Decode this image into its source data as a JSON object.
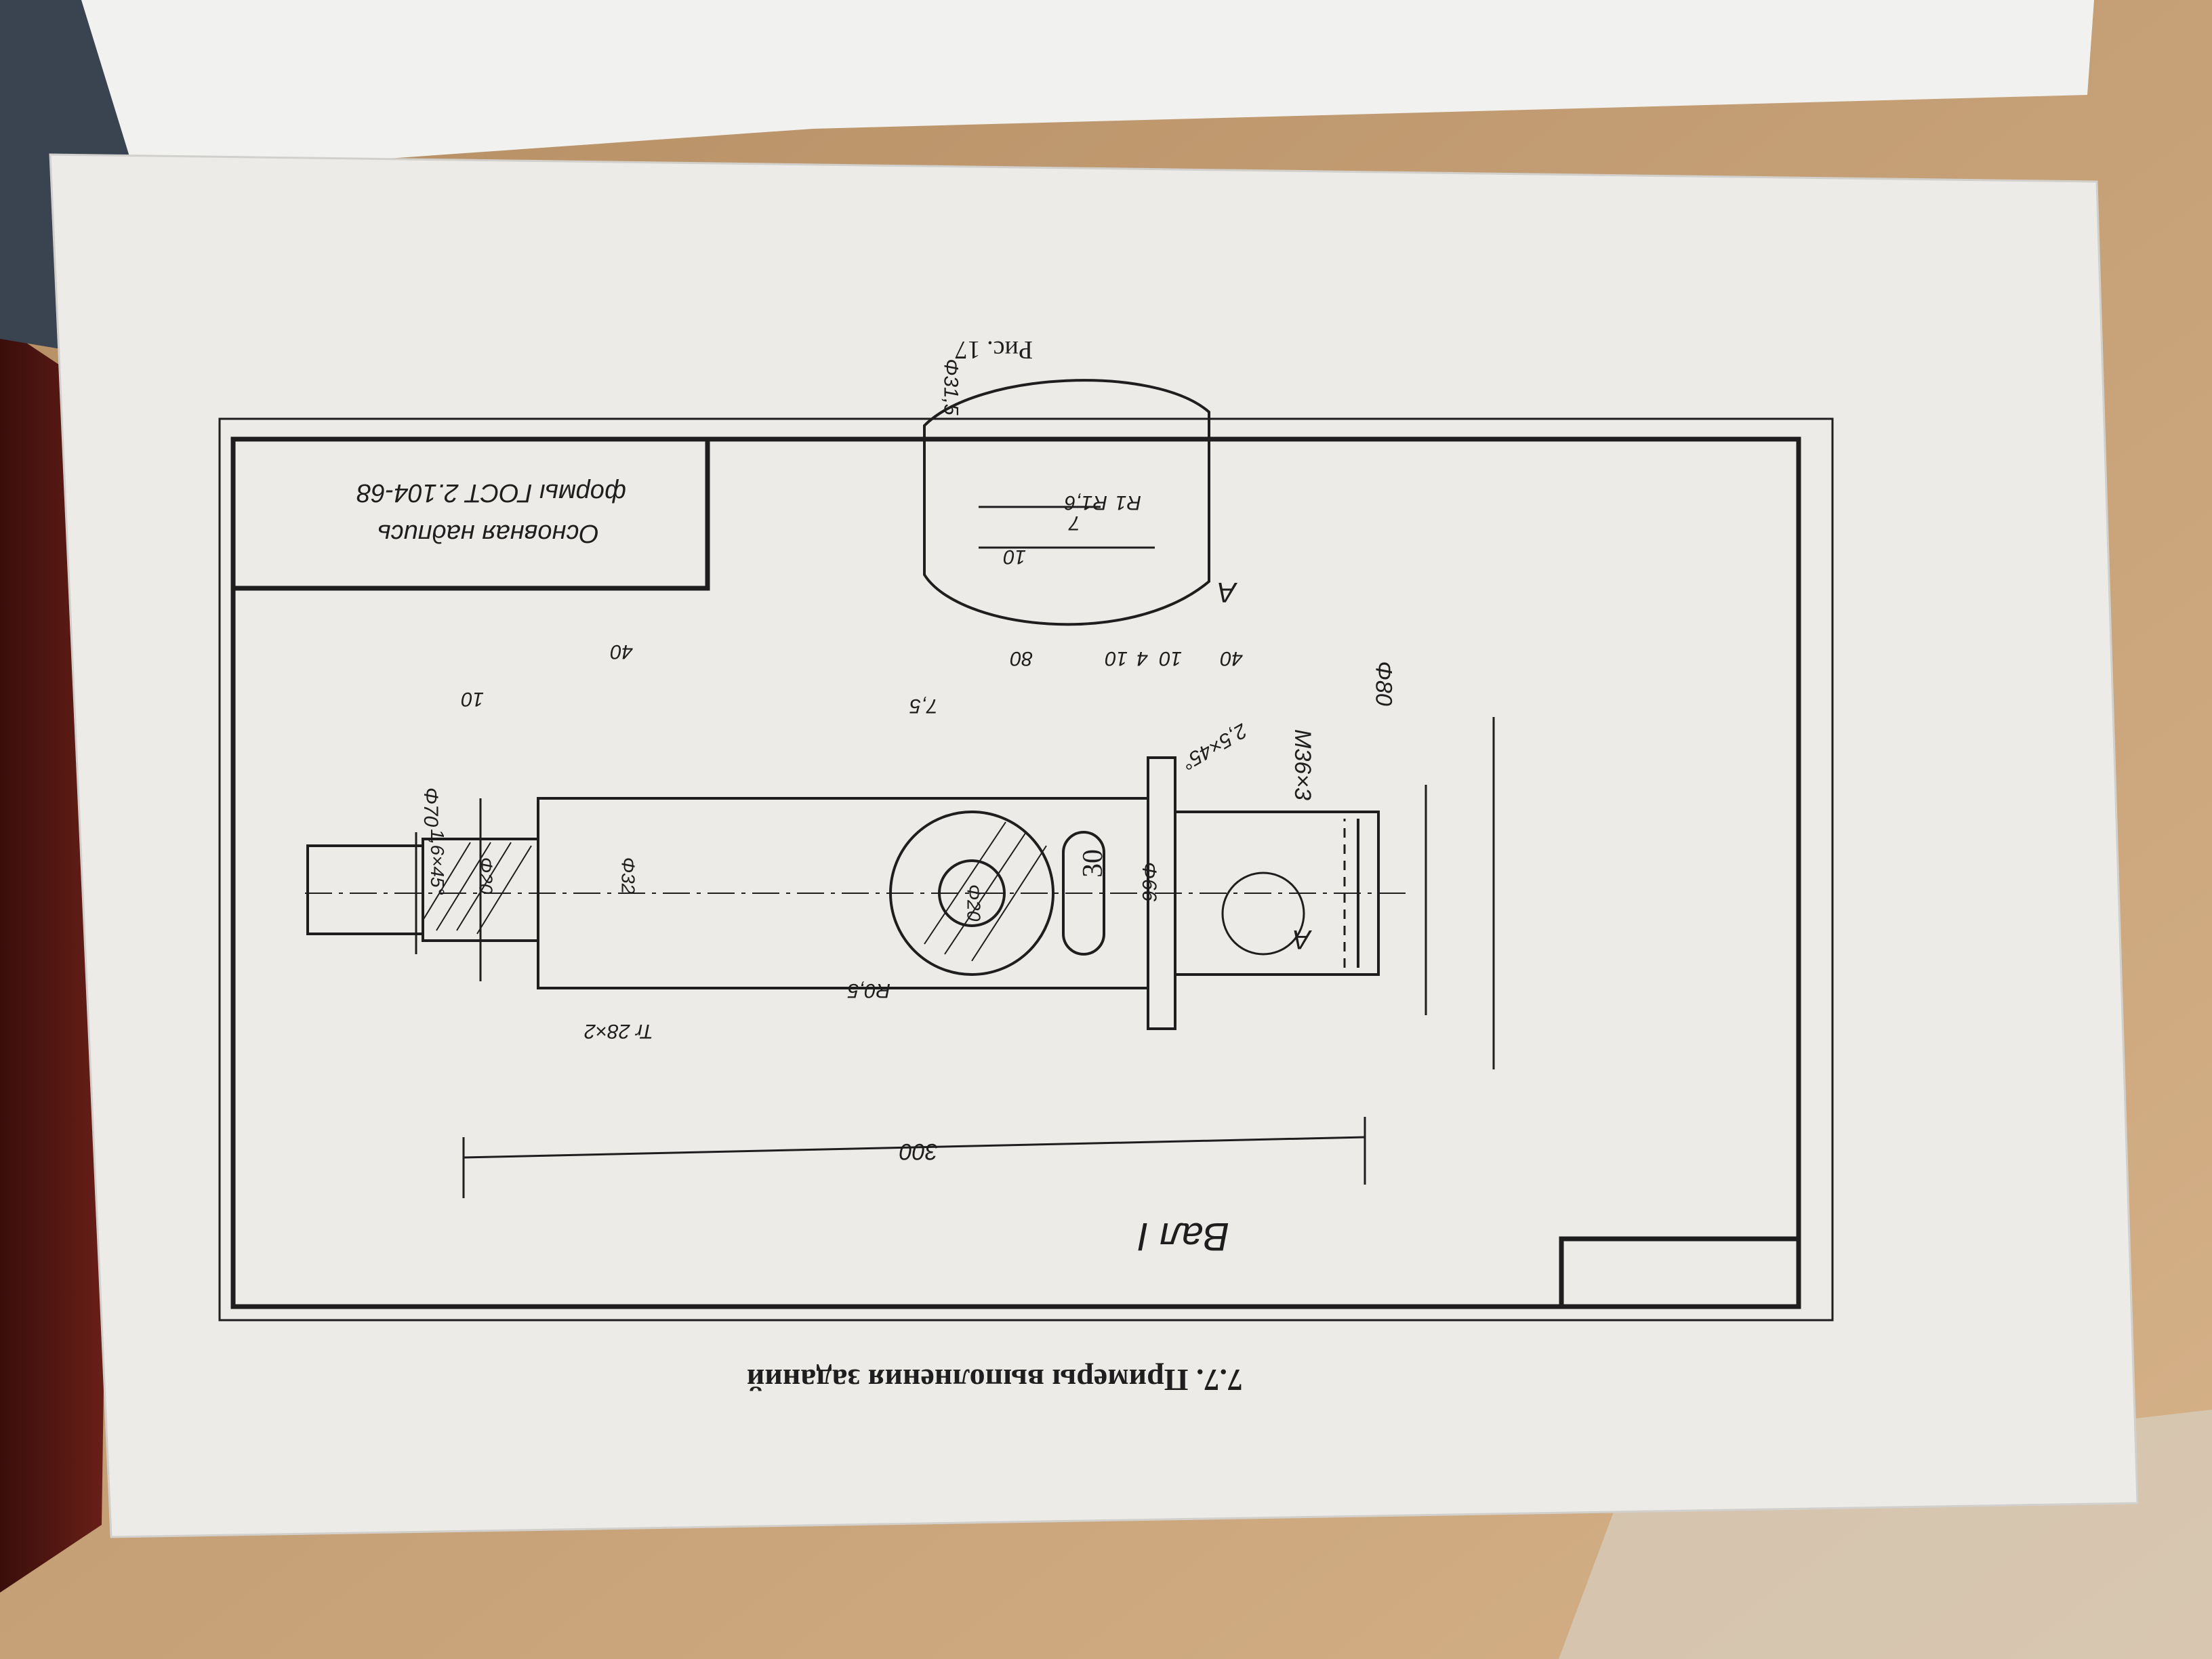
{
  "page": {
    "heading": "7.7. Примеры выполнения заданий",
    "page_number": "30",
    "figure_caption": "Рис. 17"
  },
  "drawing": {
    "part_name": "Вал I",
    "title_block_text_line1": "Основная надпись",
    "title_block_text_line2": "формы ГОСТ 2.104-68",
    "section_label": "А",
    "detail_callout": "А",
    "dimensions": {
      "overall_length": "300",
      "d80": "Φ80",
      "m36": "M36×3",
      "chamfer": "2,5×45°",
      "d66": "Φ66",
      "d20": "Φ20",
      "d70": "Φ70",
      "d32": "Φ32",
      "d20b": "Φ20",
      "chamfer2": "1,6×45°",
      "len40a": "40",
      "len10": "10",
      "len40b": "40",
      "len10b": "10",
      "len4": "4",
      "len10c": "10",
      "len80": "80",
      "len7_5": "7,5",
      "r0_5": "R0,5",
      "tr": "Tr 28×2",
      "r1": "R1",
      "r16": "R1,6",
      "d31_5": "Φ31,5",
      "len7": "7",
      "len10d": "10"
    }
  },
  "colors": {
    "paper": "#e9e9e7",
    "ink": "#1e1e1e",
    "desk": "#c9a37a",
    "leather": "#5a1a14"
  }
}
